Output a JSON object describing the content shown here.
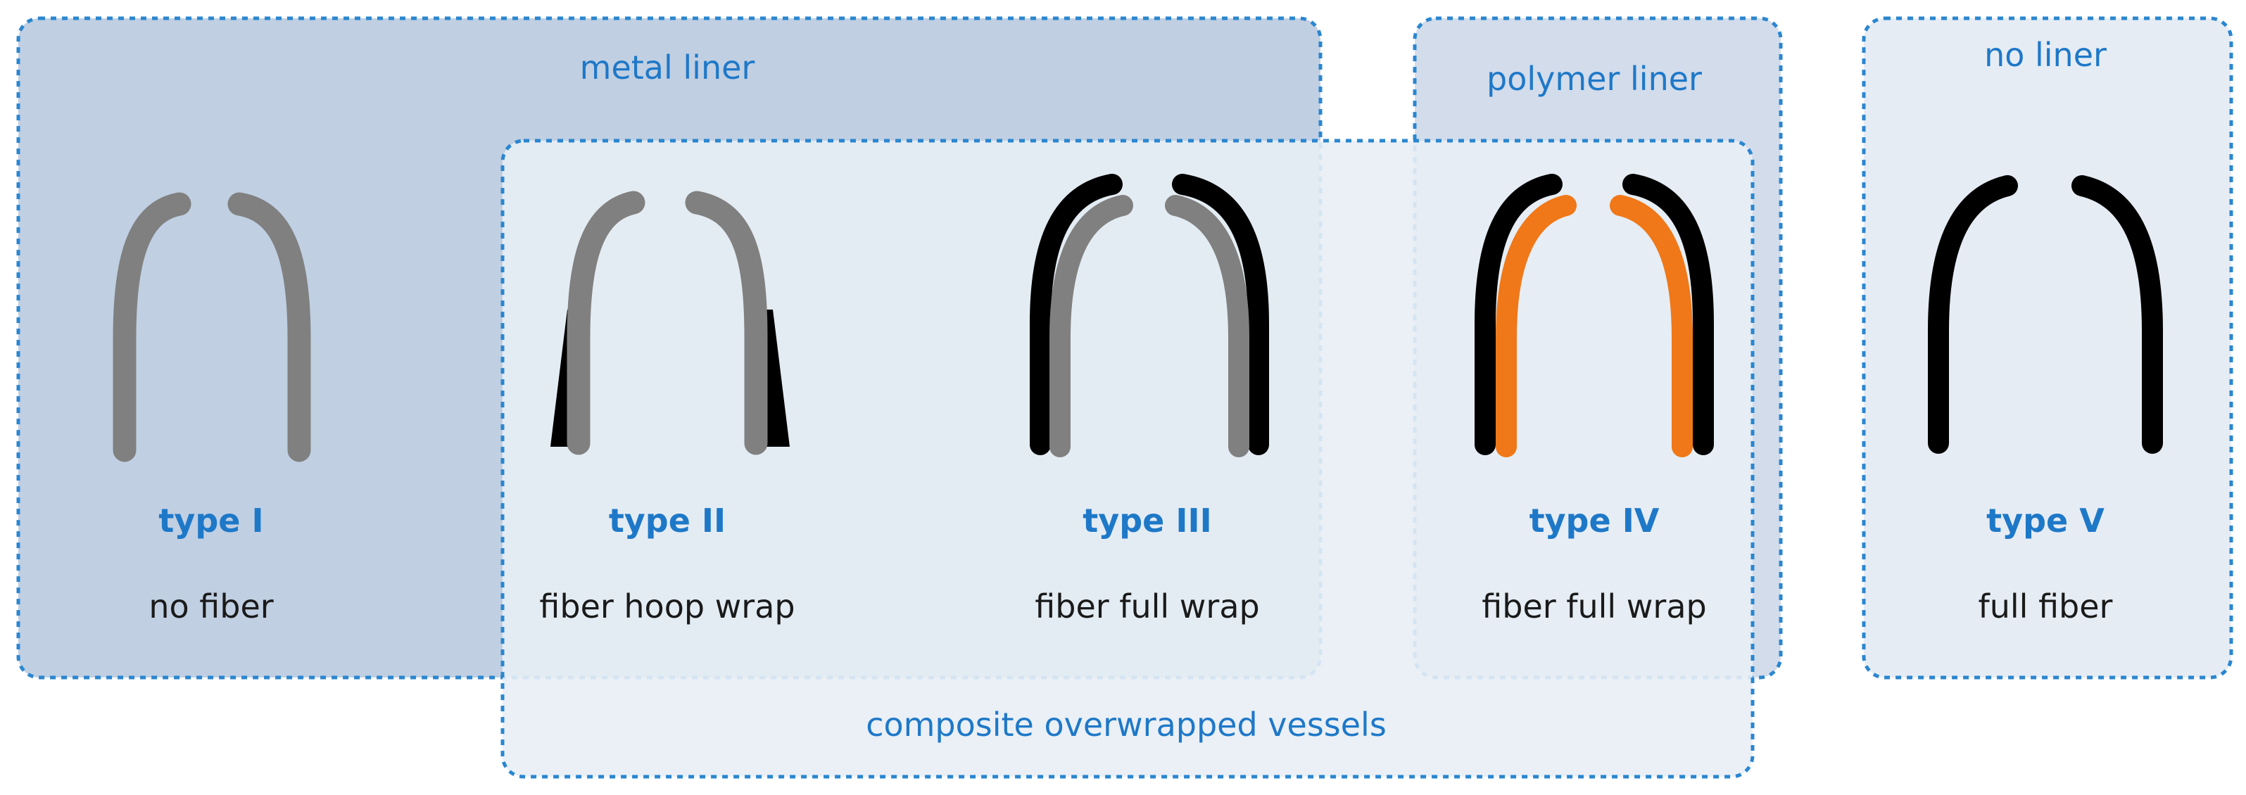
{
  "groups": {
    "metal_liner": "metal liner",
    "polymer_liner": "polymer liner",
    "no_liner": "no liner",
    "composite": "composite overwrapped vessels"
  },
  "vessels": [
    {
      "type": "type I",
      "desc": "no fiber",
      "liner": "metal",
      "wrap": "none"
    },
    {
      "type": "type II",
      "desc": "fiber hoop wrap",
      "liner": "metal",
      "wrap": "hoop"
    },
    {
      "type": "type III",
      "desc": "fiber full wrap",
      "liner": "metal",
      "wrap": "full"
    },
    {
      "type": "type IV",
      "desc": "fiber full wrap",
      "liner": "polymer",
      "wrap": "full"
    },
    {
      "type": "type V",
      "desc": "full fiber",
      "liner": "none",
      "wrap": "full"
    }
  ],
  "colors": {
    "metal_liner_fill": "#c0cfe2",
    "light_fill": "#e8eef5",
    "box_border": "#2a86d0",
    "metal": "#808080",
    "fiber": "#000000",
    "polymer": "#f07818",
    "label_blue": "#1e78c8"
  }
}
